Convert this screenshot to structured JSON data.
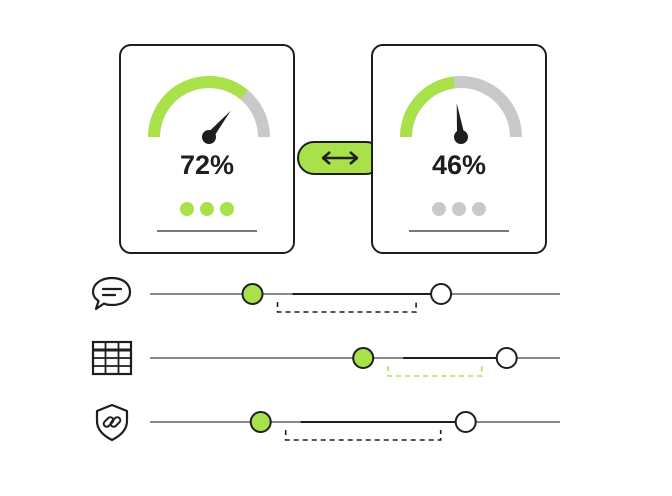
{
  "colors": {
    "accent": "#a9e14a",
    "muted": "#c9c9c9",
    "ink": "#1e1e1e",
    "track": "#8a8a8a"
  },
  "cards": [
    {
      "percent_label": "72%",
      "value": 0.72,
      "dots_state": "active",
      "dot_count": 3
    },
    {
      "percent_label": "46%",
      "value": 0.46,
      "dots_state": "inactive",
      "dot_count": 3
    }
  ],
  "swap_button": {
    "icon": "double-arrow-icon"
  },
  "rows": [
    {
      "icon": "chat-bubble-icon",
      "green_value": 0.25,
      "white_value": 0.71,
      "range_style": "dashed-dark"
    },
    {
      "icon": "table-grid-icon",
      "green_value": 0.52,
      "white_value": 0.87,
      "range_style": "dashed-green"
    },
    {
      "icon": "shield-link-icon",
      "green_value": 0.27,
      "white_value": 0.77,
      "range_style": "dashed-dark"
    }
  ]
}
